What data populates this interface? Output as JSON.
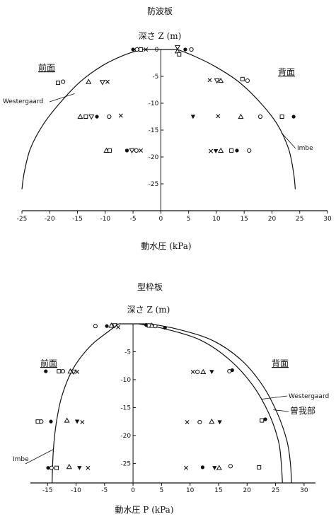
{
  "chart_data": [
    {
      "type": "scatter",
      "title": "防波板",
      "ylabel": "深さ Z (m)",
      "xlabel": "動水圧 (kPa)",
      "xlim": [
        -25,
        30
      ],
      "ylim": [
        -30,
        0
      ],
      "xticks": [
        "-25",
        "-20",
        "-15",
        "-10",
        "-5",
        "0",
        "5",
        "10",
        "15",
        "20",
        "25",
        "30"
      ],
      "yticks": [
        "0",
        "-5",
        "-10",
        "-15",
        "-20",
        "-25"
      ],
      "grid": false,
      "side_labels": {
        "front": "前面",
        "back": "背面"
      },
      "annotations": [
        "Westergaard",
        "Imbe"
      ],
      "curves": [
        {
          "name": "Westergaard",
          "x": [
            -3.5,
            -6.5,
            -10.5,
            -14.5,
            -18.2,
            -21.2,
            -23.5,
            -24.6,
            -25.0
          ],
          "y": [
            0,
            -1,
            -3,
            -6,
            -10,
            -14,
            -18.5,
            -23,
            -26
          ]
        },
        {
          "name": "Imbe",
          "x": [
            3,
            5.5,
            9.5,
            14,
            18,
            21,
            23,
            23.9,
            24.2
          ],
          "y": [
            0,
            -1,
            -3,
            -6,
            -10,
            -14,
            -18.5,
            -23,
            -26
          ]
        }
      ],
      "markers": [
        {
          "shape": "filled-circle",
          "x": -5.0,
          "y": 0
        },
        {
          "shape": "circle",
          "x": -4.3,
          "y": 0
        },
        {
          "shape": "square",
          "x": -3.6,
          "y": 0
        },
        {
          "shape": "cross",
          "x": -2.7,
          "y": 0
        },
        {
          "shape": "tri-down",
          "x": 3.0,
          "y": 0.4
        },
        {
          "shape": "triangle",
          "x": 3.0,
          "y": -0.3
        },
        {
          "shape": "square",
          "x": 3.3,
          "y": -0.9
        },
        {
          "shape": "filled-circle",
          "x": 4.4,
          "y": 0
        },
        {
          "shape": "circle",
          "x": 5.5,
          "y": 0
        },
        {
          "shape": "square",
          "x": -18.5,
          "y": -6.2
        },
        {
          "shape": "circle",
          "x": -17.6,
          "y": -6.0
        },
        {
          "shape": "triangle",
          "x": -13.0,
          "y": -6.0
        },
        {
          "shape": "tri-down",
          "x": -10.5,
          "y": -6.1
        },
        {
          "shape": "cross",
          "x": -9.6,
          "y": -6.0
        },
        {
          "shape": "cross",
          "x": 8.8,
          "y": -5.7
        },
        {
          "shape": "tri-down",
          "x": 10.1,
          "y": -5.8
        },
        {
          "shape": "triangle",
          "x": 10.8,
          "y": -5.8
        },
        {
          "shape": "square",
          "x": 14.7,
          "y": -5.5
        },
        {
          "shape": "circle",
          "x": 15.6,
          "y": -5.8
        },
        {
          "shape": "triangle",
          "x": -14.5,
          "y": -12.5
        },
        {
          "shape": "square",
          "x": -13.5,
          "y": -12.5
        },
        {
          "shape": "tri-down",
          "x": -12.5,
          "y": -12.5
        },
        {
          "shape": "filled-circle",
          "x": -11.5,
          "y": -12.5
        },
        {
          "shape": "circle",
          "x": -9.3,
          "y": -12.5
        },
        {
          "shape": "cross",
          "x": -7.2,
          "y": -12.3
        },
        {
          "shape": "filled-tri-down",
          "x": 5.8,
          "y": -12.5
        },
        {
          "shape": "cross",
          "x": 10.3,
          "y": -12.4
        },
        {
          "shape": "triangle",
          "x": 14.4,
          "y": -12.5
        },
        {
          "shape": "circle",
          "x": 17.9,
          "y": -12.5
        },
        {
          "shape": "square",
          "x": 21.8,
          "y": -12.5
        },
        {
          "shape": "filled-circle",
          "x": 23.9,
          "y": -12.5
        },
        {
          "shape": "triangle",
          "x": -9.8,
          "y": -18.8
        },
        {
          "shape": "square",
          "x": -9.2,
          "y": -18.8
        },
        {
          "shape": "filled-circle",
          "x": -6.1,
          "y": -18.8
        },
        {
          "shape": "tri-down",
          "x": -5.2,
          "y": -18.8
        },
        {
          "shape": "circle",
          "x": -4.4,
          "y": -18.8
        },
        {
          "shape": "cross",
          "x": -3.6,
          "y": -18.8
        },
        {
          "shape": "cross",
          "x": 9.0,
          "y": -18.9
        },
        {
          "shape": "filled-tri-down",
          "x": 9.9,
          "y": -18.9
        },
        {
          "shape": "triangle",
          "x": 10.8,
          "y": -18.8
        },
        {
          "shape": "square",
          "x": 12.7,
          "y": -18.8
        },
        {
          "shape": "filled-circle",
          "x": 13.7,
          "y": -18.8
        },
        {
          "shape": "circle",
          "x": 15.9,
          "y": -18.8
        }
      ]
    },
    {
      "type": "scatter",
      "title": "型枠板",
      "ylabel": "深さ Z (m)",
      "xlabel": "動水圧 P (kPa)",
      "xlim": [
        -18,
        32
      ],
      "ylim": [
        -28.5,
        0
      ],
      "xticks": [
        "-15",
        "-10",
        "-5",
        "0",
        "5",
        "10",
        "15",
        "20",
        "25",
        "30"
      ],
      "yticks": [
        "-5",
        "-10",
        "-15",
        "-20",
        "-25"
      ],
      "grid": false,
      "side_labels": {
        "front": "前面",
        "back": "背面"
      },
      "annotations": [
        "Westergaard",
        "曽我部",
        "Imbe"
      ],
      "curves": [
        {
          "name": "Imbe",
          "x": [
            -2.5,
            -4.5,
            -7.5,
            -10.5,
            -12.5,
            -13.5,
            -14.0,
            -14.2
          ],
          "y": [
            0,
            -1.5,
            -4,
            -8,
            -13,
            -18,
            -23,
            -28.5
          ]
        },
        {
          "name": "Westergaard",
          "x": [
            1,
            6,
            12,
            17,
            21,
            23.8,
            25.5,
            26.0,
            26.2
          ],
          "y": [
            0,
            -1,
            -3,
            -6.5,
            -11,
            -16,
            -21,
            -25,
            -28.5
          ]
        },
        {
          "name": "曽我部",
          "x": [
            3,
            8,
            14,
            19,
            22.7,
            25.3,
            27,
            27.6,
            27.8
          ],
          "y": [
            0,
            -1,
            -3,
            -6.5,
            -11,
            -16,
            -21,
            -25,
            -28.5
          ]
        }
      ],
      "markers": [
        {
          "shape": "circle",
          "x": -6.6,
          "y": -0.4
        },
        {
          "shape": "filled-circle",
          "x": -4.6,
          "y": -0.4
        },
        {
          "shape": "triangle",
          "x": -3.8,
          "y": -0.3
        },
        {
          "shape": "tri-down",
          "x": -3.2,
          "y": -0.3
        },
        {
          "shape": "cross",
          "x": -2.6,
          "y": -0.6
        },
        {
          "shape": "filled-circle",
          "x": 2.3,
          "y": -0.2
        },
        {
          "shape": "square",
          "x": 2.8,
          "y": -0.3
        },
        {
          "shape": "triangle",
          "x": 3.3,
          "y": -0.3
        },
        {
          "shape": "circle",
          "x": 3.9,
          "y": -0.4
        },
        {
          "shape": "filled-circle",
          "x": 5.6,
          "y": -0.7
        },
        {
          "shape": "filled-circle",
          "x": -15.3,
          "y": -8.5
        },
        {
          "shape": "square",
          "x": -13.0,
          "y": -8.5
        },
        {
          "shape": "circle",
          "x": -12.3,
          "y": -8.5
        },
        {
          "shape": "triangle",
          "x": -11.0,
          "y": -8.5
        },
        {
          "shape": "tri-down",
          "x": -10.4,
          "y": -8.6
        },
        {
          "shape": "cross",
          "x": -9.8,
          "y": -8.6
        },
        {
          "shape": "cross",
          "x": 10.5,
          "y": -8.6
        },
        {
          "shape": "circle",
          "x": 11.3,
          "y": -8.6
        },
        {
          "shape": "triangle",
          "x": 12.3,
          "y": -8.6
        },
        {
          "shape": "filled-tri-down",
          "x": 13.8,
          "y": -8.6
        },
        {
          "shape": "circle",
          "x": 16.9,
          "y": -8.5
        },
        {
          "shape": "filled-circle",
          "x": 17.4,
          "y": -8.3
        },
        {
          "shape": "square",
          "x": -16.7,
          "y": -17.5
        },
        {
          "shape": "circle",
          "x": -16.1,
          "y": -17.5
        },
        {
          "shape": "filled-circle",
          "x": -14.4,
          "y": -17.5
        },
        {
          "shape": "triangle",
          "x": -11.6,
          "y": -17.3
        },
        {
          "shape": "filled-tri-down",
          "x": -9.8,
          "y": -17.5
        },
        {
          "shape": "cross",
          "x": -8.9,
          "y": -17.6
        },
        {
          "shape": "cross",
          "x": 9.5,
          "y": -17.6
        },
        {
          "shape": "circle",
          "x": 11.7,
          "y": -17.6
        },
        {
          "shape": "triangle",
          "x": 13.8,
          "y": -17.5
        },
        {
          "shape": "filled-tri-down",
          "x": 15.2,
          "y": -17.6
        },
        {
          "shape": "square",
          "x": 22.6,
          "y": -17.3
        },
        {
          "shape": "filled-circle",
          "x": 23.2,
          "y": -17.1
        },
        {
          "shape": "filled-circle",
          "x": -14.9,
          "y": -25.8
        },
        {
          "shape": "circle",
          "x": -14.3,
          "y": -25.8
        },
        {
          "shape": "square",
          "x": -13.4,
          "y": -25.8
        },
        {
          "shape": "triangle",
          "x": -11.2,
          "y": -25.6
        },
        {
          "shape": "filled-tri-down",
          "x": -9.4,
          "y": -25.8
        },
        {
          "shape": "cross",
          "x": -7.9,
          "y": -25.8
        },
        {
          "shape": "cross",
          "x": 9.3,
          "y": -25.8
        },
        {
          "shape": "filled-circle",
          "x": 12.2,
          "y": -25.7
        },
        {
          "shape": "filled-tri-down",
          "x": 14.3,
          "y": -25.8
        },
        {
          "shape": "triangle",
          "x": 15.1,
          "y": -25.8
        },
        {
          "shape": "circle",
          "x": 17.1,
          "y": -25.5
        },
        {
          "shape": "square",
          "x": 22.1,
          "y": -25.7
        }
      ]
    }
  ]
}
